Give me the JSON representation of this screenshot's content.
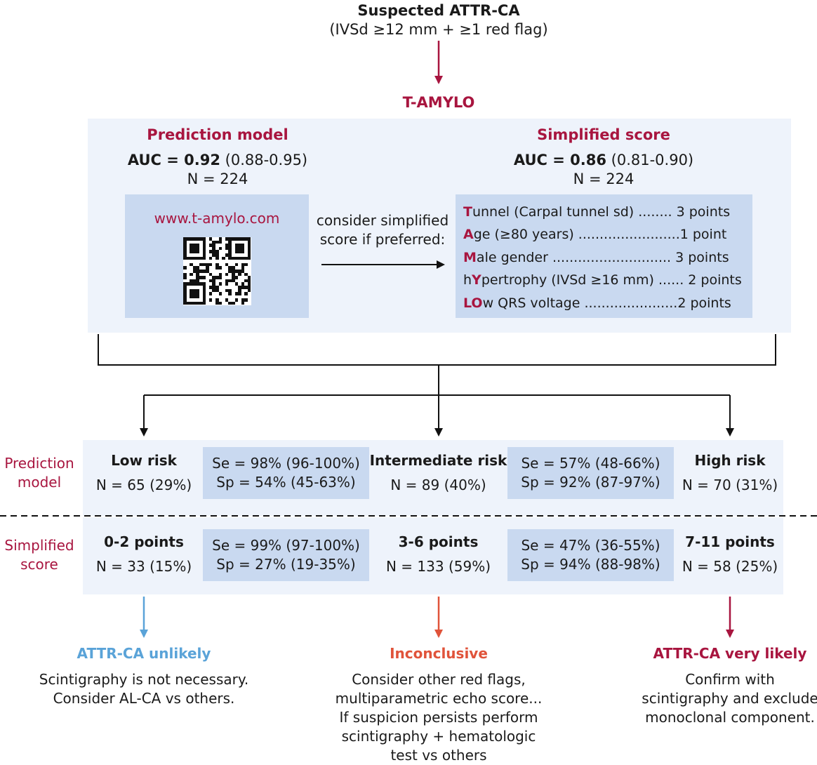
{
  "colors": {
    "accent_red": "#a8153f",
    "panel_bg": "#eef3fb",
    "inner_bg": "#c9d9f0",
    "unlikely_blue": "#5aa3d8",
    "inconclusive_orange": "#e0533a",
    "likely_red": "#a8153f"
  },
  "top": {
    "title": "Suspected ATTR-CA",
    "subtitle": "(IVSd ≥12 mm + ≥1 red flag)"
  },
  "tamylo": {
    "label": "T-AMYLO"
  },
  "prediction_model": {
    "heading": "Prediction model",
    "auc_label": "AUC = 0.92",
    "auc_ci": " (0.88-0.95)",
    "n": "N = 224",
    "url": "www.t-amylo.com",
    "qr_icon": "qr-code-icon"
  },
  "arrow_note": {
    "line1": "consider simplified",
    "line2": "score if preferred:"
  },
  "simplified_score": {
    "heading": "Simplified score",
    "auc_label": "AUC = 0.86",
    "auc_ci": " (0.81-0.90)",
    "n": "N = 224",
    "items": [
      {
        "pre": "",
        "initial": "T",
        "rest": "unnel (Carpal tunnel sd) ........ 3 points"
      },
      {
        "pre": "",
        "initial": "A",
        "rest": "ge (≥80 years) ........................1 point"
      },
      {
        "pre": "",
        "initial": "M",
        "rest": "ale gender ............................ 3 points"
      },
      {
        "pre": "h",
        "initial": "Y",
        "rest": "pertrophy (IVSd ≥16 mm) ...... 2 points"
      },
      {
        "pre": "",
        "initial": "LO",
        "rest": "w QRS voltage ......................2 points"
      }
    ]
  },
  "rows": {
    "prediction": {
      "label_line1": "Prediction",
      "label_line2": "model",
      "low": {
        "title": "Low risk",
        "n": "N = 65 (29%)"
      },
      "stats1": {
        "se": "Se = 98% (96-100%)",
        "sp": "Sp = 54% (45-63%)"
      },
      "mid": {
        "title": "Intermediate risk",
        "n": "N = 89 (40%)"
      },
      "stats2": {
        "se": "Se = 57% (48-66%)",
        "sp": "Sp = 92% (87-97%)"
      },
      "high": {
        "title": "High risk",
        "n": "N = 70 (31%)"
      }
    },
    "simplified": {
      "label_line1": "Simplified",
      "label_line2": "score",
      "low": {
        "title": "0-2 points",
        "n": "N = 33 (15%)"
      },
      "stats1": {
        "se": "Se = 99% (97-100%)",
        "sp": "Sp = 27% (19-35%)"
      },
      "mid": {
        "title": "3-6 points",
        "n": "N = 133 (59%)"
      },
      "stats2": {
        "se": "Se = 47% (36-55%)",
        "sp": "Sp = 94% (88-98%)"
      },
      "high": {
        "title": "7-11 points",
        "n": "N = 58 (25%)"
      }
    }
  },
  "outcomes": {
    "unlikely": {
      "title": "ATTR-CA unlikely",
      "lines": [
        "Scintigraphy is not necessary.",
        "Consider AL-CA vs others."
      ]
    },
    "inconclusive": {
      "title": "Inconclusive",
      "lines": [
        "Consider other red flags,",
        "multiparametric echo score...",
        "If suspicion persists perform",
        "scintigraphy + hematologic",
        "test vs others"
      ]
    },
    "likely": {
      "title": "ATTR-CA very likely",
      "lines": [
        "Confirm with",
        "scintigraphy and exclude",
        "monoclonal component."
      ]
    }
  }
}
